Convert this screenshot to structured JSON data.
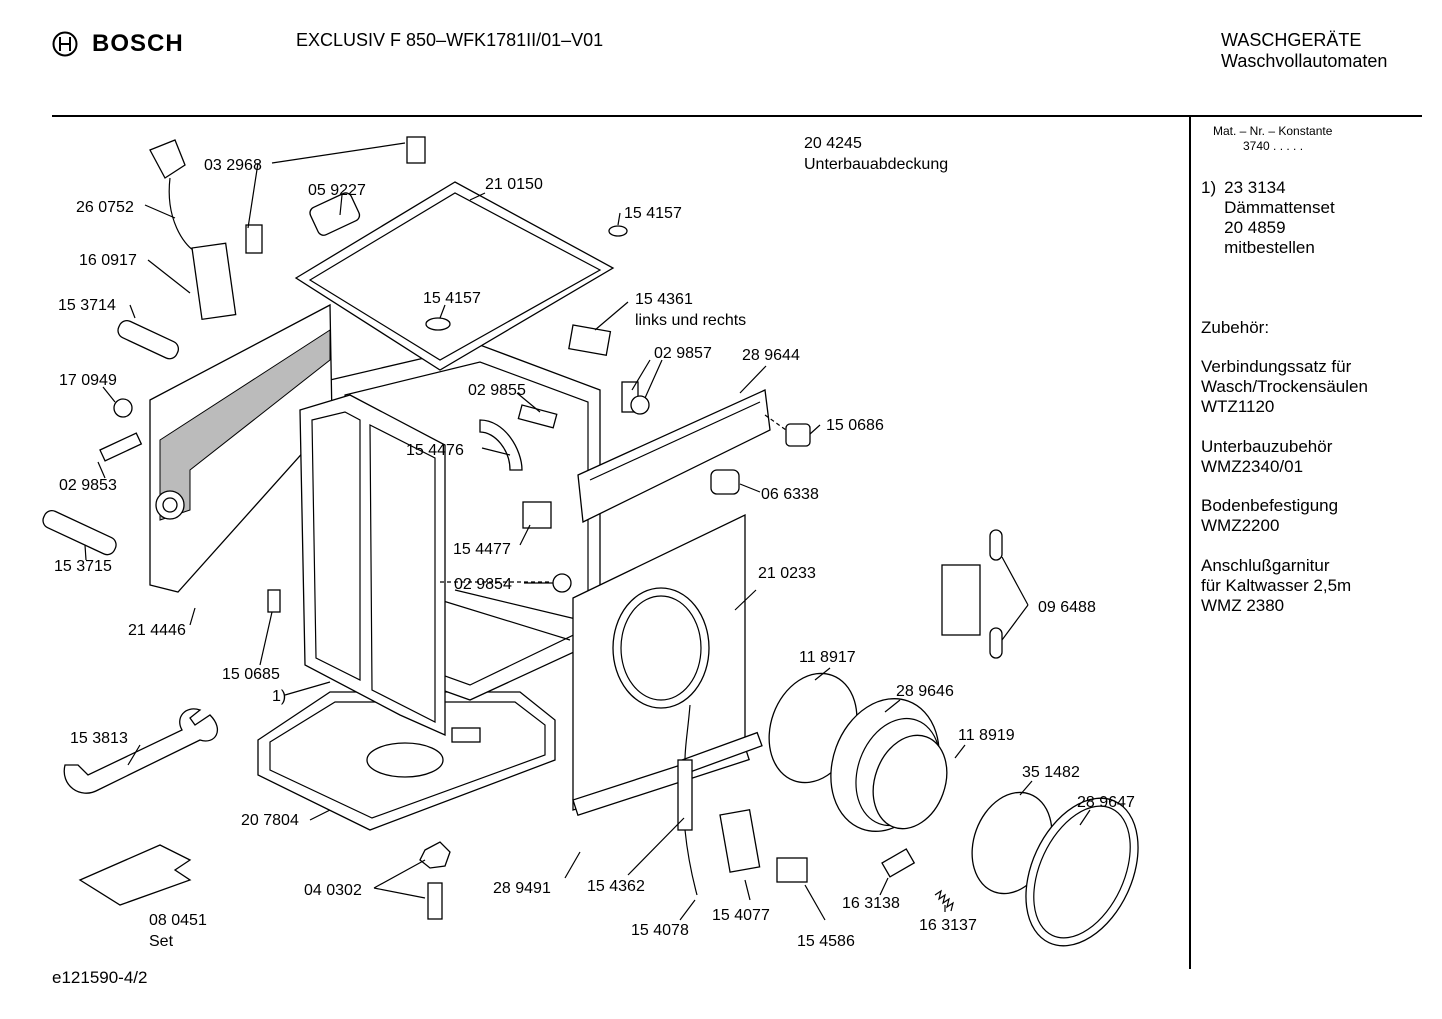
{
  "header": {
    "brand": "BOSCH",
    "model": "EXCLUSIV F 850–WFK1781II/01–V01",
    "category": "WASCHGERÄTE",
    "subcategory": "Waschvollautomaten"
  },
  "sidebar": {
    "mat_nr_label": "Mat. – Nr. – Konstante",
    "mat_nr_value": "3740 . . . . .",
    "note_marker": "1)",
    "note_part": "23 3134",
    "note_name": "Dämmattenset",
    "note_part2": "20 4859",
    "note_text": "mitbestellen",
    "accessories_title": "Zubehör:",
    "accessories": [
      {
        "line1": "Verbindungssatz für",
        "line2": "Wasch/Trockensäulen",
        "line3": "WTZ1120"
      },
      {
        "line1": "Unterbauzubehör",
        "line2": "WMZ2340/01",
        "line3": ""
      },
      {
        "line1": "Bodenbefestigung",
        "line2": "WMZ2200",
        "line3": ""
      },
      {
        "line1": "Anschlußgarnitur",
        "line2": "für Kaltwasser 2,5m",
        "line3": "WMZ 2380"
      }
    ]
  },
  "parts": {
    "p032968": "03 2968",
    "p260752": "26 0752",
    "p160917": "16 0917",
    "p153714": "15 3714",
    "p170949": "17 0949",
    "p029853": "02 9853",
    "p153715": "15 3715",
    "p214446": "21 4446",
    "p059227": "05 9227",
    "p210150": "21 0150",
    "p154157a": "15 4157",
    "p154157b": "15 4157",
    "p204245": "20 4245",
    "p204245_name": "Unterbauabdeckung",
    "p154361": "15 4361",
    "p154361_note": "links und rechts",
    "p029857": "02 9857",
    "p289644": "28 9644",
    "p029855": "02 9855",
    "p154476": "15 4476",
    "p150686": "15 0686",
    "p066338": "06 6338",
    "p154477": "15 4477",
    "p029854": "02 9854",
    "p210233": "21 0233",
    "p096488": "09 6488",
    "p150685": "15 0685",
    "p1note": "1)",
    "p153813": "15 3813",
    "p118917": "11 8917",
    "p289646": "28 9646",
    "p118919": "11 8919",
    "p351482": "35 1482",
    "p289647": "28 9647",
    "p207804": "20 7804",
    "p040302": "04 0302",
    "p289491": "28 9491",
    "p154362": "15 4362",
    "p080451": "08 0451",
    "p080451_note": "Set",
    "p154078": "15 4078",
    "p154077": "15 4077",
    "p154586": "15 4586",
    "p163138": "16 3138",
    "p163137": "16 3137"
  },
  "footer": {
    "drawing_id": "e121590-4/2"
  }
}
